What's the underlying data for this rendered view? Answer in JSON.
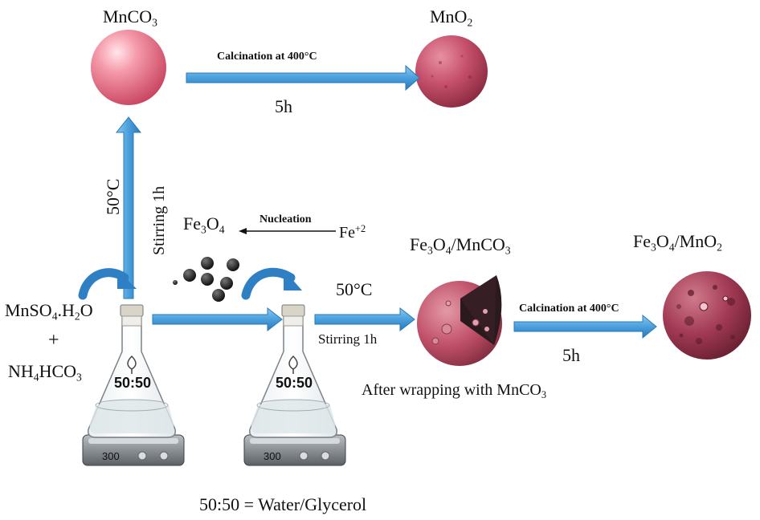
{
  "labels": {
    "mnco3_top": [
      "MnCO",
      "3",
      ""
    ],
    "mno2_top": [
      "MnO",
      "2",
      ""
    ],
    "calc_top": "Calcination at 400°C",
    "time_top": "5h",
    "temp_vertical": "50°C",
    "stir_vertical": "Stirring 1h",
    "fe3o4": [
      "Fe",
      "3",
      "O",
      "4",
      ""
    ],
    "nucleation": "Nucleation",
    "fe_ion": [
      "Fe",
      "+2"
    ],
    "reagent1": [
      "MnSO",
      "4",
      ".H",
      "2",
      "O"
    ],
    "plus": "+",
    "reagent2": [
      "NH",
      "4",
      "HCO",
      "3",
      ""
    ],
    "temp_mid": "50°C",
    "stir_mid": "Stirring 1h",
    "fe3o4_mnco3": [
      "Fe",
      "3",
      "O",
      "4",
      "/MnCO",
      "3",
      ""
    ],
    "after_wrapping": [
      "After wrapping with MnCO",
      "3",
      ""
    ],
    "calc_right": "Calcination at 400°C",
    "time_right": "5h",
    "fe3o4_mno2": [
      "Fe",
      "3",
      "O",
      "4",
      "/MnO",
      "2",
      ""
    ],
    "flask1_ratio": "50:50",
    "flask2_ratio": "50:50",
    "stirrer1_speed": "300",
    "stirrer2_speed": "300",
    "legend": "50:50 = Water/Glycerol"
  },
  "colors": {
    "arrow_blue": "#4aa0dc",
    "arrow_blue_dark": "#2a78b8",
    "mnco3_sphere": "#ee7f92",
    "mno2_sphere": "#c8506e",
    "composite_sphere": "#c04a62",
    "nanoparticle": "#1a1a1a"
  }
}
